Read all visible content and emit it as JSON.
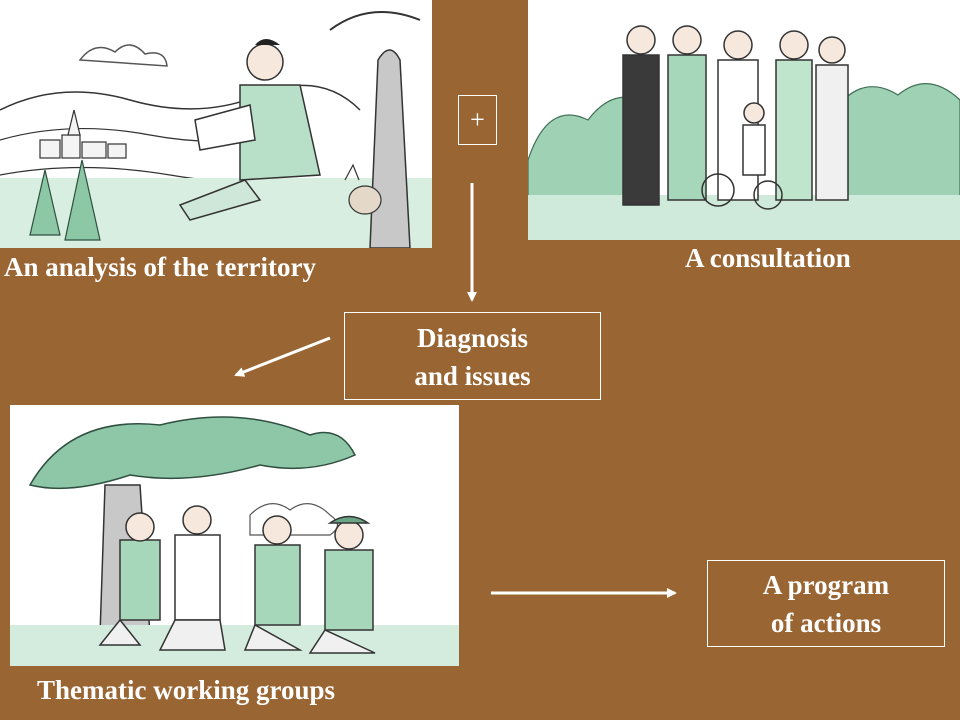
{
  "captions": {
    "territory": "An analysis of the territory",
    "consultation": "A consultation",
    "groups": "Thematic working groups"
  },
  "boxes": {
    "plus": "+",
    "diagnosis": [
      "Diagnosis",
      "and issues"
    ],
    "program": [
      "A program",
      "of actions"
    ]
  },
  "colors": {
    "background": "#996633",
    "foreground": "#ffffff",
    "foliage": "#9fd1b4"
  },
  "illustrations": {
    "territory": "man-reading-map-in-countryside",
    "consultation": "group-of-people-discussing",
    "groups": "men-sitting-under-tree"
  }
}
